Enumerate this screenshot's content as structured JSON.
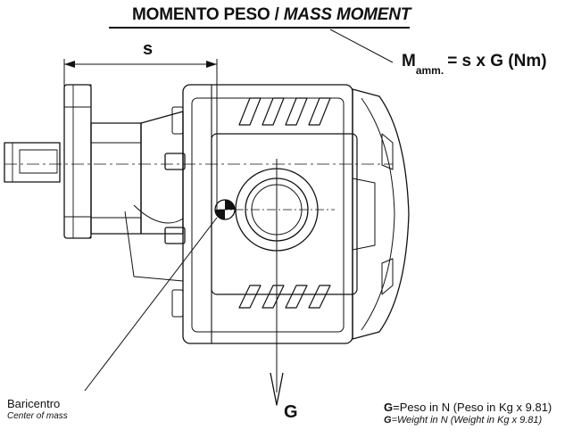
{
  "title": {
    "it": "MOMENTO PESO /",
    "en": "MASS MOMENT"
  },
  "formula": {
    "m": "M",
    "sub": "amm.",
    "rest": "= s x G (Nm)"
  },
  "labels": {
    "s": "s",
    "g": "G",
    "center_it": "Baricentro",
    "center_en": "Center of mass"
  },
  "notes": {
    "line1_bold": "G",
    "line1_text": "=Peso in N (Peso in Kg x 9.81)",
    "line2_bold": "G",
    "line2_text": "=Weight in N (Weight in Kg x 9.81)"
  }
}
